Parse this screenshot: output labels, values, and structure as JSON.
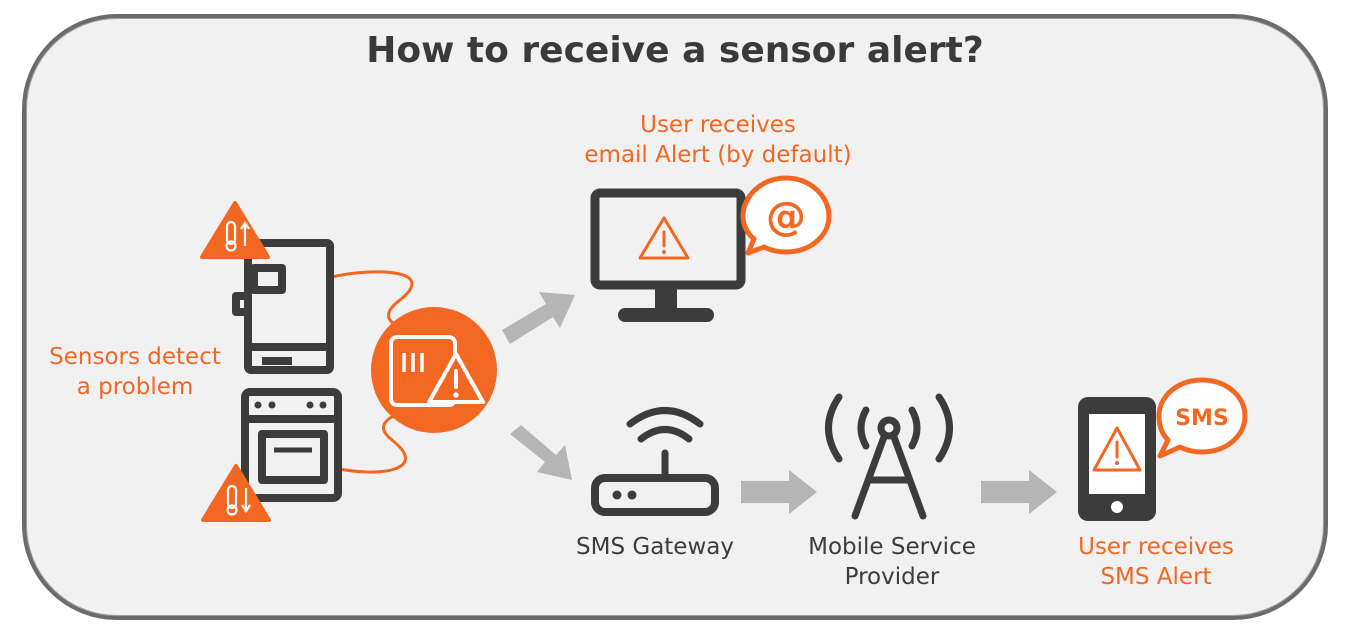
{
  "title": "How to receive a sensor alert?",
  "sensors": {
    "line1": "Sensors detect",
    "line2": "a problem"
  },
  "email": {
    "line1": "User receives",
    "line2": "email Alert (by default)",
    "bubble": "@"
  },
  "gateway": {
    "label": "SMS Gateway"
  },
  "provider": {
    "line1": "Mobile Service",
    "line2": "Provider"
  },
  "sms": {
    "line1": "User receives",
    "line2": "SMS Alert",
    "bubble": "SMS"
  },
  "colors": {
    "orange": "#f26722",
    "dark": "#3c3c3c",
    "arrow": "#b5b5b5",
    "panel": "#f1f1f1"
  }
}
